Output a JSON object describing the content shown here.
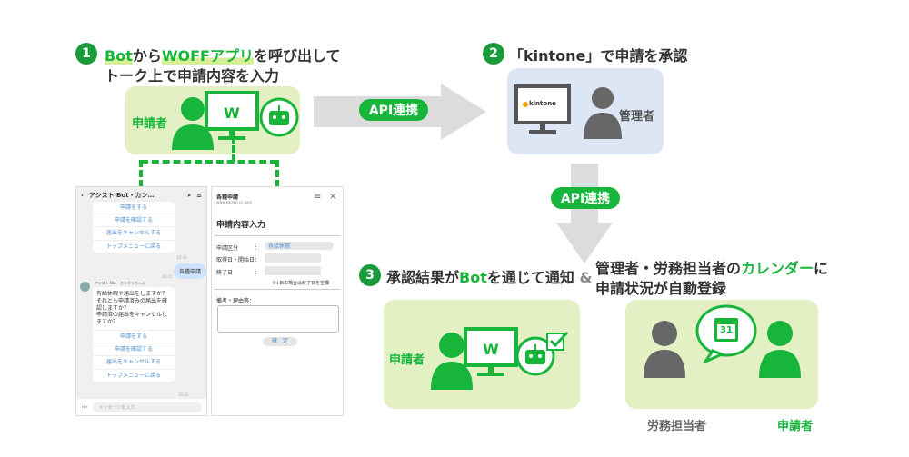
{
  "step1": {
    "num": "1",
    "line1_a": "Bot",
    "line1_b": "から",
    "line1_c": "WOFFアプリ",
    "line1_d": "を呼び出して",
    "line2": "トーク上で申請内容を入力",
    "applicant": "申請者",
    "app_letter": "W"
  },
  "step2": {
    "num": "2",
    "title": "「kintone」で申請を承認",
    "kintone": "kintone",
    "admin": "管理者"
  },
  "api_label": "API連携",
  "step3": {
    "num": "3",
    "a": "承認結果が",
    "b": "Bot",
    "c": "を通じて通知",
    "amp": "&",
    "r1a": "管理者・労務担当者の",
    "r1b": "カレンダー",
    "r1c": "に",
    "r2": "申請状況が自動登録",
    "applicant": "申請者",
    "labor": "労務担当者",
    "cal_day": "31",
    "app_letter": "W"
  },
  "chat": {
    "title": "アシスト Bot・カン…",
    "menu1": [
      "申請をする",
      "申請を確認する",
      "届出をキャンセルする",
      "トップメニューに戻る"
    ],
    "time1": "16:40",
    "user_msg": "各種申請",
    "time2": "16:41",
    "bot_name": "アシスト Bot・カンクリちゃん",
    "bot_msg": "有給休暇や届出をしますか？\nそれとも申請済みの届出を確認しますか？\n申請済の届出をキャンセルしますか？",
    "menu2": [
      "申請をする",
      "申請を確認する",
      "届出をキャンセルする",
      "トップメニューに戻る"
    ],
    "time3": "16:41",
    "input_placeholder": "メッセージを入力"
  },
  "form": {
    "header": "各種申請",
    "url": "www.kansai-cc.com",
    "heading": "申請内容入力",
    "type_label": "申請区分",
    "colon": "：",
    "type_value": "有給休暇",
    "start_label": "取得日・開始日：",
    "end_label": "終了日",
    "note": "※1日の場合は終了日を空欄",
    "remarks_label": "備考・理由等：",
    "submit": "確　定"
  }
}
